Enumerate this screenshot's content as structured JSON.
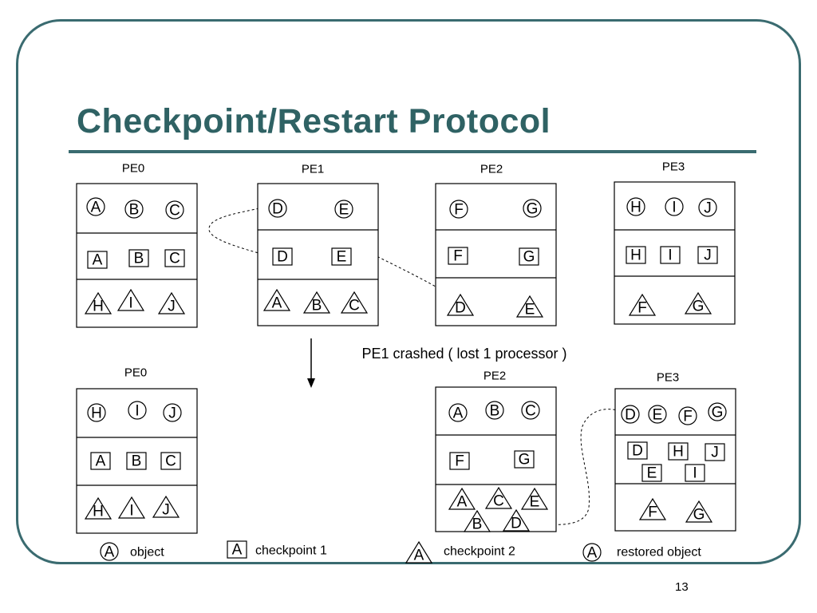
{
  "slide": {
    "title": "Checkpoint/Restart Protocol",
    "page_number": "13",
    "crash_note": "PE1 crashed ( lost 1 processor )",
    "colors": {
      "frame": "#3a6b70",
      "title": "#2f6264",
      "crash_note": "#e8401c"
    }
  },
  "before": [
    {
      "name": "PE0",
      "objects": [
        "A",
        "B",
        "C"
      ],
      "checkpoint1": [
        "A",
        "B",
        "C"
      ],
      "checkpoint2": [
        "H",
        "I",
        "J"
      ]
    },
    {
      "name": "PE1",
      "objects": [
        "D",
        "E"
      ],
      "checkpoint1": [
        "D",
        "E"
      ],
      "checkpoint2": [
        "A",
        "B",
        "C"
      ]
    },
    {
      "name": "PE2",
      "objects": [
        "F",
        "G"
      ],
      "checkpoint1": [
        "F",
        "G"
      ],
      "checkpoint2": [
        "D",
        "E"
      ]
    },
    {
      "name": "PE3",
      "objects": [
        "H",
        "I",
        "J"
      ],
      "checkpoint1": [
        "H",
        "I",
        "J"
      ],
      "checkpoint2": [
        "F",
        "G"
      ]
    }
  ],
  "after": [
    {
      "name": "PE0",
      "objects": [
        "H",
        "I",
        "J"
      ],
      "checkpoint1": [
        "A",
        "B",
        "C"
      ],
      "checkpoint2": [
        "H",
        "I",
        "J"
      ]
    },
    {
      "name": "PE2",
      "objects": [
        "A",
        "B",
        "C"
      ],
      "restored": [],
      "checkpoint1": [
        "F",
        "G"
      ],
      "checkpoint2": [
        "A",
        "C",
        "E",
        "B",
        "D"
      ]
    },
    {
      "name": "PE3",
      "objects": [],
      "restored": [
        "D",
        "E",
        "F",
        "G"
      ],
      "checkpoint1": [
        "D",
        "H",
        "J",
        "E",
        "I"
      ],
      "checkpoint2": [
        "F",
        "G"
      ]
    }
  ],
  "legend": {
    "object": {
      "symbol": "A",
      "label": "object"
    },
    "checkpoint1": {
      "symbol": "A",
      "label": "checkpoint 1"
    },
    "checkpoint2": {
      "symbol": "A",
      "label": "checkpoint 2"
    },
    "restored": {
      "symbol": "A",
      "label": "restored object"
    }
  }
}
